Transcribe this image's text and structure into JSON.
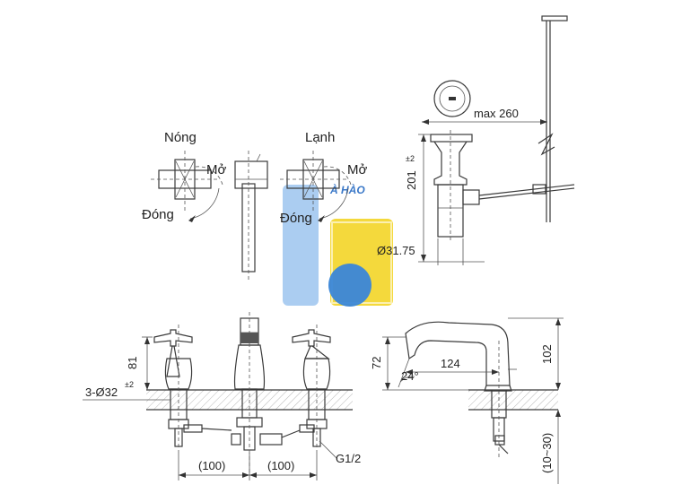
{
  "labels": {
    "hot": "Nóng",
    "cold": "Lạnh",
    "open": "Mở",
    "close": "Đóng"
  },
  "dimensions": {
    "max_reach": "max 260",
    "drain_height": "201",
    "drain_height_tol": "±2",
    "drain_diameter": "Ø31.75",
    "handle_height": "81",
    "holes": "3-Ø32",
    "holes_tol": "±2",
    "spacing_left": "(100)",
    "spacing_right": "(100)",
    "thread": "G1/2",
    "spout_height_low": "72",
    "spout_reach": "124",
    "spout_angle": "24°",
    "total_height": "102",
    "deck_thickness": "(10~30)"
  },
  "watermark": {
    "text": "À HÀO",
    "colors": {
      "blue": "#3a86d8",
      "yellow": "#f2d21a",
      "light_blue": "#9cc4ee"
    }
  }
}
